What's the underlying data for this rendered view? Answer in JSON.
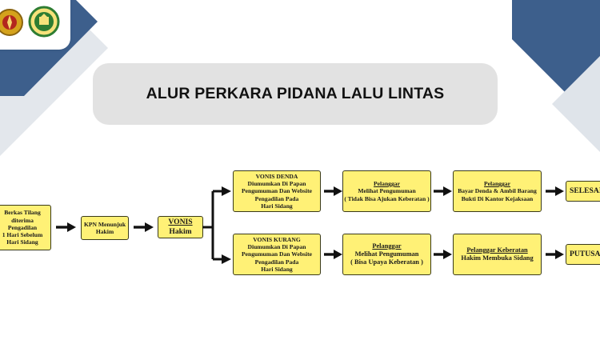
{
  "title": "ALUR PERKARA PIDANA LALU LINTAS",
  "colors": {
    "box_fill": "#fff176",
    "box_border": "#3a3a1a",
    "arrow": "#111111",
    "title_bg": "#e2e2e2",
    "deco_blue": "#3d5f8c",
    "deco_light": "#dfe4ea"
  },
  "logos": [
    {
      "icon": "gold-emblem-icon"
    },
    {
      "icon": "green-court-emblem-icon"
    }
  ],
  "steps": {
    "start": {
      "lines": [
        "Berkas Tilang",
        "diterima",
        "Pengadilan",
        "1 Hari Sebelum",
        "Hari Sidang"
      ]
    },
    "kpn": {
      "lines": [
        "KPN Menunjuk",
        "Hakim"
      ]
    },
    "vonis": {
      "title": "VONIS",
      "line2": "Hakim"
    },
    "denda": {
      "title": "VONIS DENDA",
      "lines": [
        "Diumumkan Di Papan",
        "Pengumuman Dan Website",
        "Pengadilan Pada",
        "Hari Sidang"
      ]
    },
    "denda_pelanggar": {
      "title": "Pelanggar",
      "lines": [
        "Melihat Pengumuman",
        "( Tidak Bisa Ajukan Keberatan )"
      ]
    },
    "denda_bayar": {
      "title": "Pelanggar",
      "lines": [
        "Bayar Denda & Ambil Barang",
        "Bukti Di Kantor Kejaksaan"
      ]
    },
    "selesai": {
      "label": "SELESAI"
    },
    "kurang": {
      "title": "VONIS KURANG",
      "lines": [
        "Diumumkan Di Papan",
        "Pengumuman Dan Website",
        "Pengadilan Pada",
        "Hari Sidang"
      ]
    },
    "kurang_pelanggar": {
      "title": "Pelanggar",
      "lines": [
        "Melihat Pengumuman",
        "( Bisa Upaya Keberatan )"
      ]
    },
    "keberatan": {
      "title": "Pelanggar Keberatan",
      "line2": "Hakim Membuka Sidang"
    },
    "putusan": {
      "label": "PUTUSAN"
    }
  }
}
